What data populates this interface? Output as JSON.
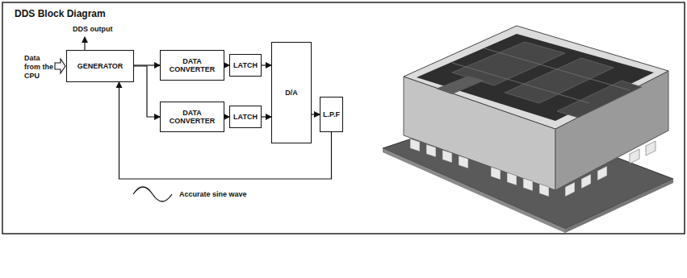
{
  "diagram": {
    "title": "DDS Block Diagram",
    "nodes": [
      {
        "text": [
          "GENERATOR"
        ]
      },
      {
        "text": [
          "DATA CONVERTER"
        ]
      },
      {
        "text": [
          "DATA CONVERTER"
        ]
      },
      {
        "text": [
          "LATCH"
        ]
      },
      {
        "text": [
          "LATCH"
        ]
      },
      {
        "text": [
          "D/A"
        ]
      },
      {
        "text": [
          "L.P.F"
        ]
      }
    ],
    "edges": [
      {
        "from": 0,
        "to": 1,
        "arrow": "to"
      },
      {
        "from": 0,
        "to": 2,
        "arrow": "to"
      },
      {
        "from": 1,
        "to": 3,
        "arrow": "to"
      },
      {
        "from": 2,
        "to": 4,
        "arrow": "to"
      },
      {
        "from": 3,
        "to": 5,
        "arrow": "to"
      },
      {
        "from": 4,
        "to": 5,
        "arrow": "to"
      },
      {
        "from": 5,
        "to": 6,
        "arrow": "to"
      },
      {
        "from": 6,
        "to": 0,
        "arrow": "to"
      }
    ],
    "labels": [
      "Data from the CPU",
      "DDS output",
      "Accurate sine wave"
    ]
  }
}
